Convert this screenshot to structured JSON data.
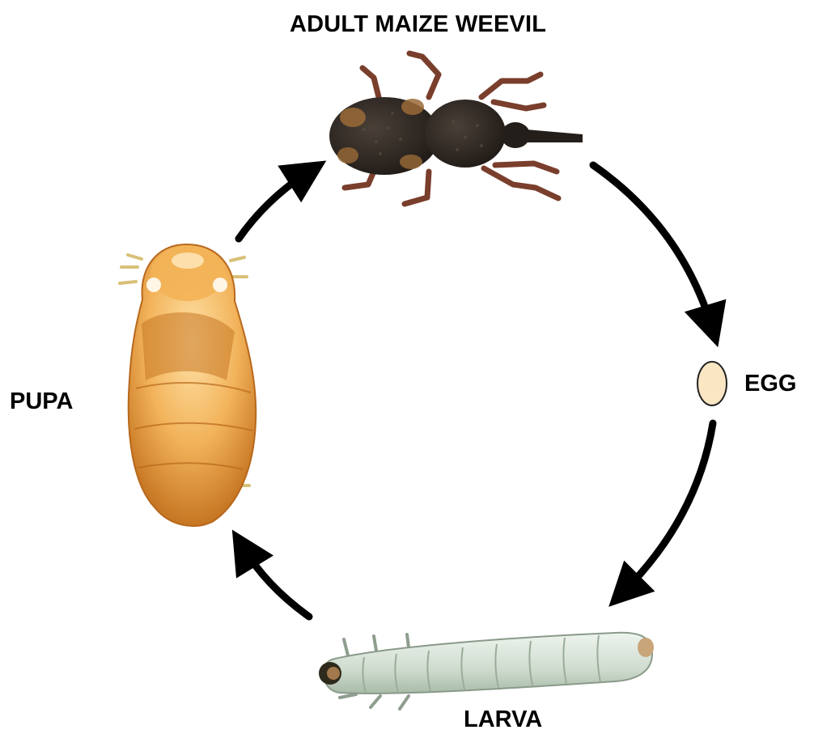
{
  "diagram": {
    "stages": {
      "adult": "ADULT MAIZE WEEVIL",
      "egg": "EGG",
      "larva": "LARVA",
      "pupa": "PUPA"
    },
    "colors": {
      "arrow": "#000000",
      "egg_fill": "#fbe6c3",
      "weevil_body": "#2b2521",
      "weevil_spots": "#9a6a37",
      "weevil_legs": "#7a3e2c",
      "larva_body": "#d8e4d8",
      "larva_head": "#a2784c",
      "pupa_light": "#f6c878",
      "pupa_dark": "#c77622"
    }
  }
}
